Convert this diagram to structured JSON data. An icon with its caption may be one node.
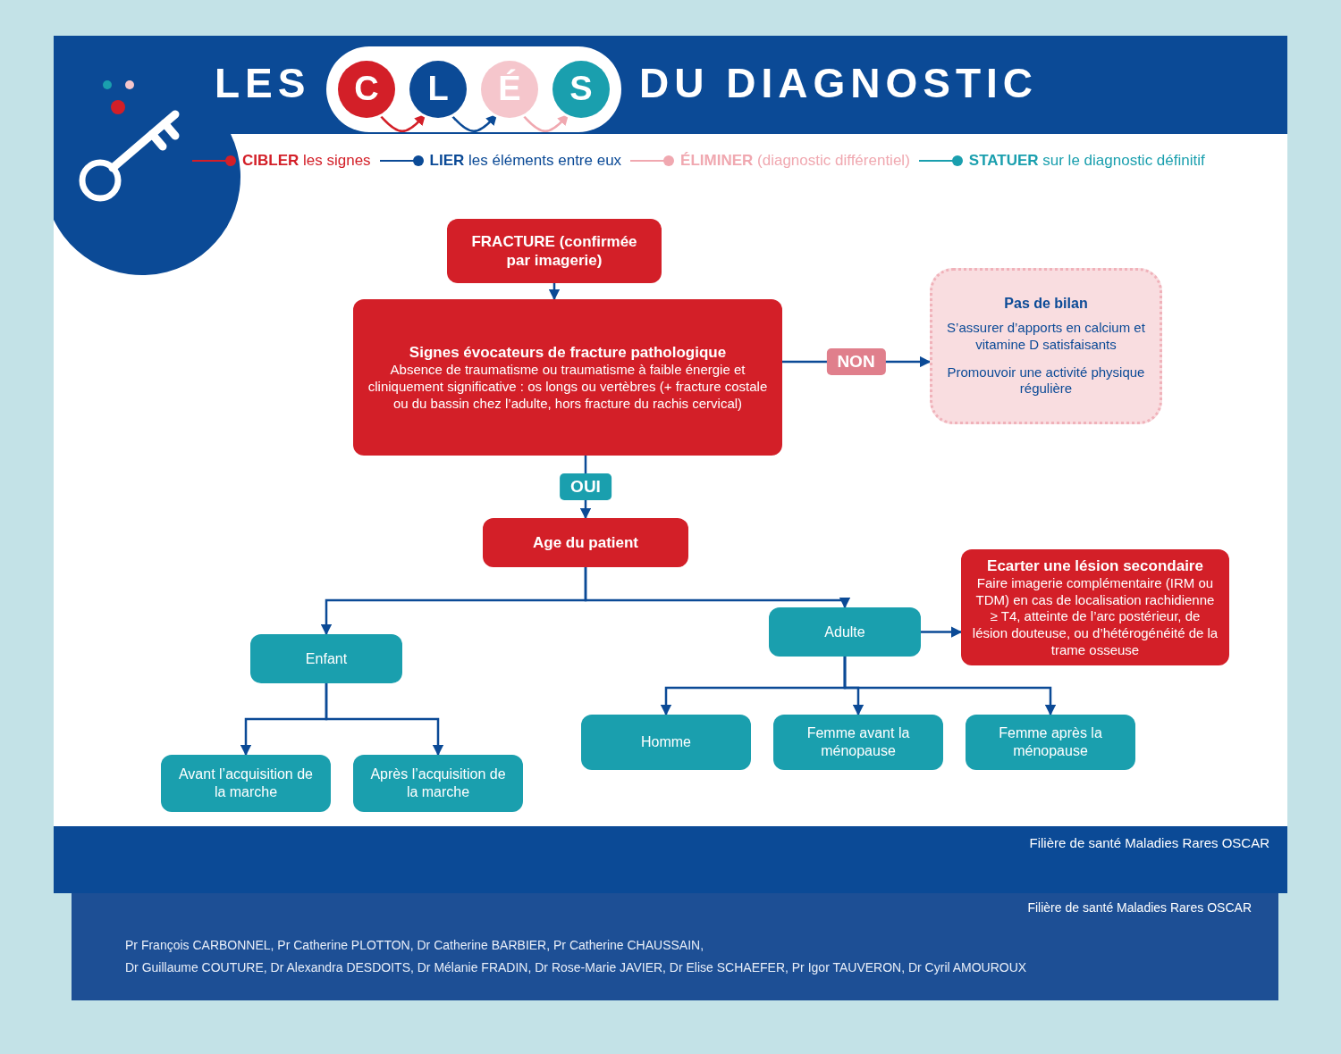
{
  "diagram": {
    "nodes": [
      {
        "text": [
          "C"
        ]
      },
      {
        "text": [
          "L"
        ]
      },
      {
        "text": [
          "É"
        ]
      },
      {
        "text": [
          "S"
        ]
      },
      {
        "text": [
          "FRACTURE (confirmée par imagerie)"
        ]
      },
      {
        "text": [
          "Signes évocateurs de fracture pathologique",
          "Absence de traumatisme ou traumatisme à faible énergie et cliniquement significative : os longs ou vertèbres (+ fracture costale ou du bassin chez l’adulte, hors fracture du rachis cervical)"
        ]
      },
      {
        "text": [
          "Pas de bilan",
          "S’assurer d’apports en calcium et vitamine D satisfaisants",
          "Promouvoir une activité physique régulière"
        ]
      },
      {
        "text": [
          "Age du patient"
        ]
      },
      {
        "text": [
          "Adulte"
        ]
      },
      {
        "text": [
          "Ecarter une lésion secondaire",
          "Faire imagerie complémentaire (IRM ou TDM) en cas de localisation rachidienne ≥ T4, atteinte de l’arc postérieur, de lésion douteuse, ou d’hétérogénéité de la trame osseuse"
        ]
      },
      {
        "text": [
          "Enfant"
        ]
      },
      {
        "text": [
          "Femme après la ménopause"
        ]
      },
      {
        "text": [
          "Homme"
        ]
      },
      {
        "text": [
          "Femme avant la ménopause"
        ]
      },
      {
        "text": [
          "Avant l’acquisition de la marche"
        ]
      },
      {
        "text": [
          "Après l’acquisition de la marche"
        ]
      }
    ],
    "edges": [
      {
        "from": 0,
        "to": 1,
        "arrow": "to",
        "color": "#d31f28"
      },
      {
        "from": 1,
        "to": 2,
        "arrow": "to",
        "color": "#0b4a96"
      },
      {
        "from": 2,
        "to": 3,
        "arrow": "to",
        "color": "#f0a8b0"
      },
      {
        "from": 4,
        "to": 5,
        "arrow": "to"
      },
      {
        "from": 5,
        "to": 6,
        "label": "NON",
        "arrow": "to"
      },
      {
        "from": 5,
        "to": 7,
        "label": "OUI",
        "arrow": "to"
      },
      {
        "from": 7,
        "to": 10,
        "arrow": "to"
      },
      {
        "from": 7,
        "to": 8,
        "arrow": "to"
      },
      {
        "from": 8,
        "to": 9,
        "arrow": "to"
      },
      {
        "from": 8,
        "to": 12,
        "arrow": "to"
      },
      {
        "from": 8,
        "to": 13,
        "arrow": "to"
      },
      {
        "from": 8,
        "to": 11,
        "arrow": "to"
      },
      {
        "from": 10,
        "to": 14,
        "arrow": "to"
      },
      {
        "from": 10,
        "to": 15,
        "arrow": "to"
      }
    ],
    "labels": [
      "LES",
      "DU DIAGNOSTIC",
      "**CIBLER** les signes",
      "**LIER** les éléments entre eux",
      "**ÉLIMINER** (diagnostic différentiel)",
      "**STATUER** sur le diagnostic définitif",
      "Filière de santé Maladies Rares OSCAR",
      "Filière de santé Maladies Rares OSCAR",
      "Pr François CARBONNEL, Pr Catherine PLOTTON, Dr Catherine BARBIER, Pr Catherine CHAUSSAIN,",
      "Dr Guillaume COUTURE, Dr Alexandra DESDOITS, Dr Mélanie FRADIN, Dr Rose-Marie JAVIER, Dr Elise SCHAEFER, Pr Igor TAUVERON, Dr Cyril AMOUROUX"
    ]
  }
}
